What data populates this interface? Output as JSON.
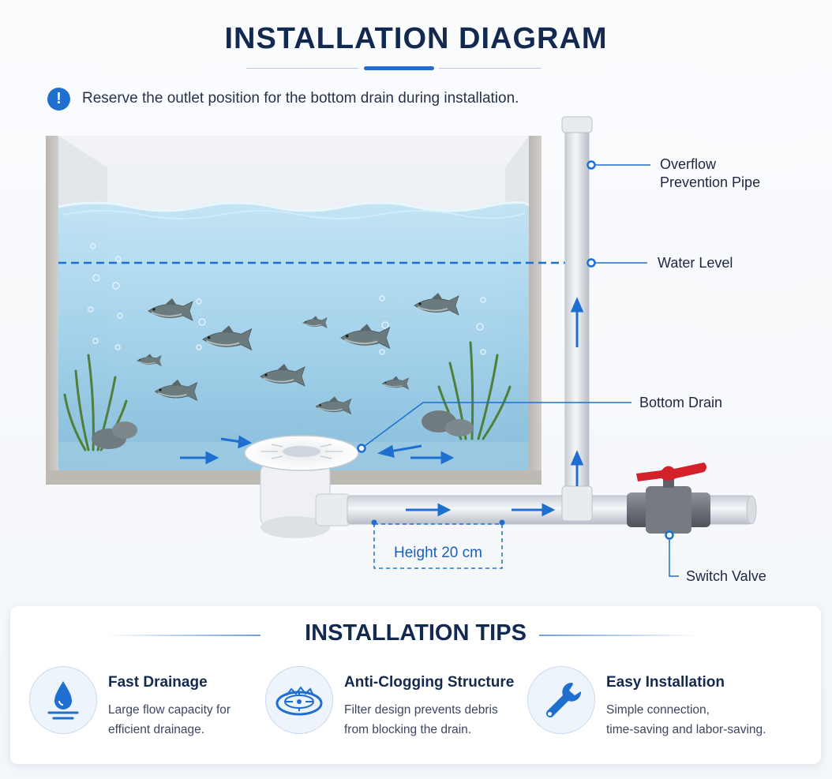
{
  "title": "INSTALLATION DIAGRAM",
  "notice": {
    "icon": "exclamation-icon",
    "text": "Reserve the outlet position for the bottom drain during installation."
  },
  "callouts": {
    "overflow_line1": "Overflow",
    "overflow_line2": "Prevention Pipe",
    "water_level": "Water Level",
    "bottom_drain": "Bottom Drain",
    "switch_valve": "Switch Valve",
    "height": "Height 20 cm"
  },
  "colors": {
    "accent": "#1e6fd0",
    "valve_handle": "#d3202a",
    "water": "#9fd0ea",
    "title": "#13294f"
  },
  "tips": {
    "title": "INSTALLATION TIPS",
    "items": [
      {
        "icon": "water-drop-icon",
        "title": "Fast Drainage",
        "line1": "Large flow capacity for",
        "line2": "efficient drainage."
      },
      {
        "icon": "drain-filter-icon",
        "title": "Anti-Clogging Structure",
        "line1": "Filter design prevents debris",
        "line2": "from blocking the drain."
      },
      {
        "icon": "wrench-icon",
        "title": "Easy Installation",
        "line1": "Simple connection,",
        "line2": "time-saving and labor-saving."
      }
    ]
  }
}
